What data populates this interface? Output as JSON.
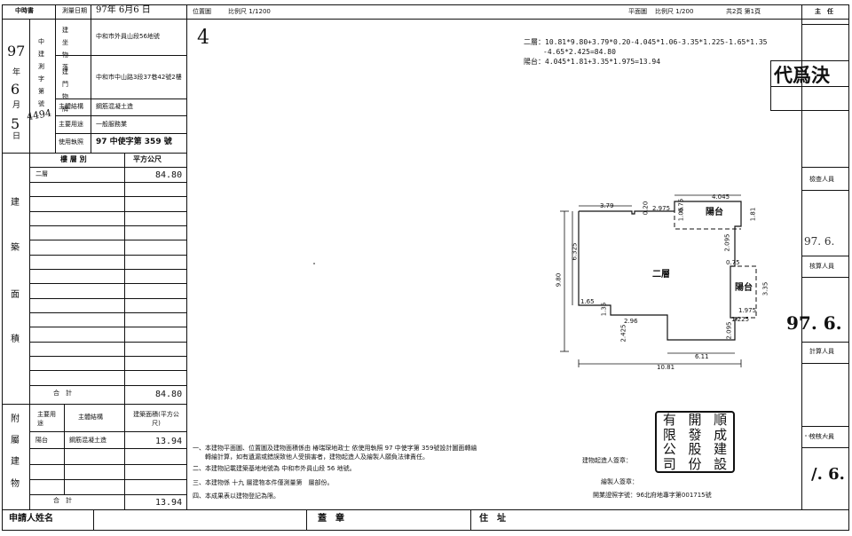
{
  "header": {
    "office_label": "中時書",
    "survey_date_label": "測量日期",
    "survey_date_value": "97年 6月6 日",
    "location_plan_label": "位置圖",
    "location_scale": "比例尺 1/1200",
    "floor_plan_label": "平面圖",
    "floor_scale": "比例尺 1/200",
    "page_info": "共2頁 第1頁",
    "remarks_label": "主　任"
  },
  "left_info": {
    "year": "97",
    "month": "6",
    "day": "5",
    "doc_no": "4494",
    "year_char": "年",
    "month_char": "月",
    "day_char": "日",
    "survey_no_label": "中建測字第號",
    "building_site_label": "建坐物落",
    "building_site_value": "中和市外員山段56地號",
    "door_no_label": "建門物牌",
    "door_no_value": "中和市中山路3段37巷42號2樓",
    "structure_label": "主體結構",
    "structure_value": "鋼筋混凝土造",
    "usage_label": "主要用途",
    "usage_value": "一般服務業",
    "license_label": "使用執照",
    "license_value": "97 中使字第 359 號"
  },
  "area_table": {
    "col_floor": "樓 層 別",
    "col_area": "平方公尺",
    "side_label": [
      "建",
      "築",
      "面",
      "積"
    ],
    "rows": [
      {
        "floor": "二層",
        "area": "84.80"
      }
    ],
    "total_label": "合　計",
    "total_value": "84.80"
  },
  "attached_table": {
    "side_label": [
      "附",
      "屬",
      "建",
      "物"
    ],
    "col_usage": "主要用途",
    "col_structure": "主體結構",
    "col_area": "建築面積(平方公尺)",
    "rows": [
      {
        "usage": "陽台",
        "structure": "鋼筋混凝土造",
        "area": "13.94"
      }
    ],
    "total_label": "合　計",
    "total_value": "13.94"
  },
  "location_plan": {
    "number": "4"
  },
  "calculations": {
    "floor2": "二層：10.81*9.80+3.79*0.20-4.045*1.06-3.35*1.225-1.65*1.35",
    "floor2_cont": "-4.65*2.425=84.80",
    "balcony": "陽台：4.045*1.81+3.35*1.975=13.94"
  },
  "floor_plan": {
    "room_label": "二層",
    "balcony_label_1": "陽台",
    "balcony_label_2": "陽台",
    "dims": {
      "top_left": "3.79",
      "top_mid": "0.20",
      "top_b": "2.975",
      "top_c": "1.06",
      "top_d": "0.75",
      "balcony_top": "4.045",
      "balcony_right": "1.81",
      "right_a": "2.095",
      "right_b": "0.75",
      "right_c": "3.35",
      "right_d": "1.975",
      "right_e": "1.225",
      "right_f": "2.095",
      "left_outer": "9.80",
      "left_inner": "6.325",
      "bottom_a": "1.65",
      "bottom_b": "1.35",
      "bottom_c": "2.96",
      "bottom_d": "2.425",
      "bottom_e": "6.11",
      "bottom_total": "10.81"
    }
  },
  "notes": {
    "n1": "一、本建物平面圖、位置圖及建物面積係由 椿瑞琛地政士 依使用執照 97 中使字第 359號設計圖面轉繪",
    "n1b": "　　轉繪計算，如有遺漏或錯誤致他人受損害者，建物起造人及繪製人願負法律責任。",
    "n2": "二、本建物記載建築基地地號為 中和市外員山段 56 地號。",
    "n3": "三、本建物係 十九 層建物本件僅測量第　層部份。",
    "n4": "四、本成果表以建物登記為限。",
    "owner_sig": "建物起造人簽章：",
    "drafter_sig": "繪製人簽章：",
    "license_no": "開業證照字號：96北府地專字第001715號"
  },
  "stamp": {
    "chars": [
      "有",
      "開",
      "順",
      "限",
      "發",
      "成",
      "公",
      "股",
      "建",
      "司",
      "份",
      "設"
    ]
  },
  "right_column": {
    "approval": "代爲決",
    "reviewer_label": "檢查人員",
    "date_hand": "97. 6.",
    "checker_label": "核算人員",
    "date_big": "97. 6.",
    "calc_label": "計算人員",
    "proof_label": "校核人員",
    "date_partial": "/. 6."
  },
  "footer": {
    "applicant_label": "申請人姓名",
    "seal_label": "蓋　章",
    "address_label": "住　址"
  }
}
